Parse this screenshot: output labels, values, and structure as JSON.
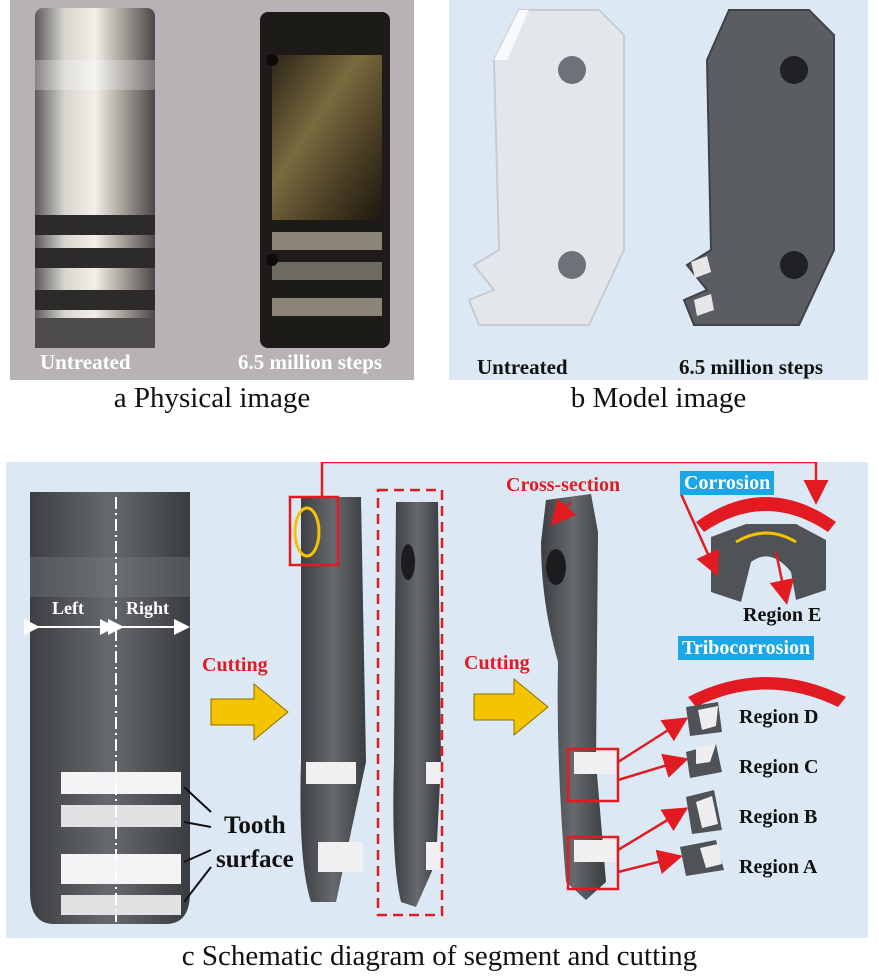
{
  "panel_a": {
    "label_left": "Untreated",
    "label_right": "6.5 million steps",
    "caption": "a Physical image"
  },
  "panel_b": {
    "label_left": "Untreated",
    "label_right": "6.5 million steps",
    "caption": "b Model image"
  },
  "panel_c": {
    "label_left_side": "Left",
    "label_right_side": "Right",
    "cutting_1": "Cutting",
    "cutting_2": "Cutting",
    "tooth": "Tooth",
    "surface": "surface",
    "cross_section": "Cross-section",
    "corrosion": "Corrosion",
    "tribocorrosion": "Tribocorrosion",
    "region_e": "Region E",
    "region_d": "Region D",
    "region_c": "Region C",
    "region_b": "Region B",
    "region_a": "Region A",
    "caption": "c Schematic diagram of segment and cutting"
  },
  "colors": {
    "accent_red": "#e21b23",
    "highlight_blue": "#1aa7e8",
    "arrow_yellow": "#f5c400",
    "panel_bg": "#dce9f5"
  }
}
